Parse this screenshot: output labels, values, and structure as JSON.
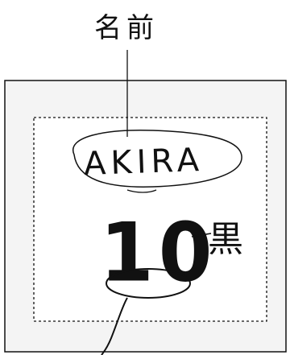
{
  "labels": {
    "top_label": "名前",
    "name": "AKIRA",
    "number": "10",
    "side_label": "黒"
  },
  "colors": {
    "ink": "#111111",
    "frame_fill": "#f4f4f4",
    "inner_fill": "#ffffff",
    "background": "#ffffff"
  }
}
